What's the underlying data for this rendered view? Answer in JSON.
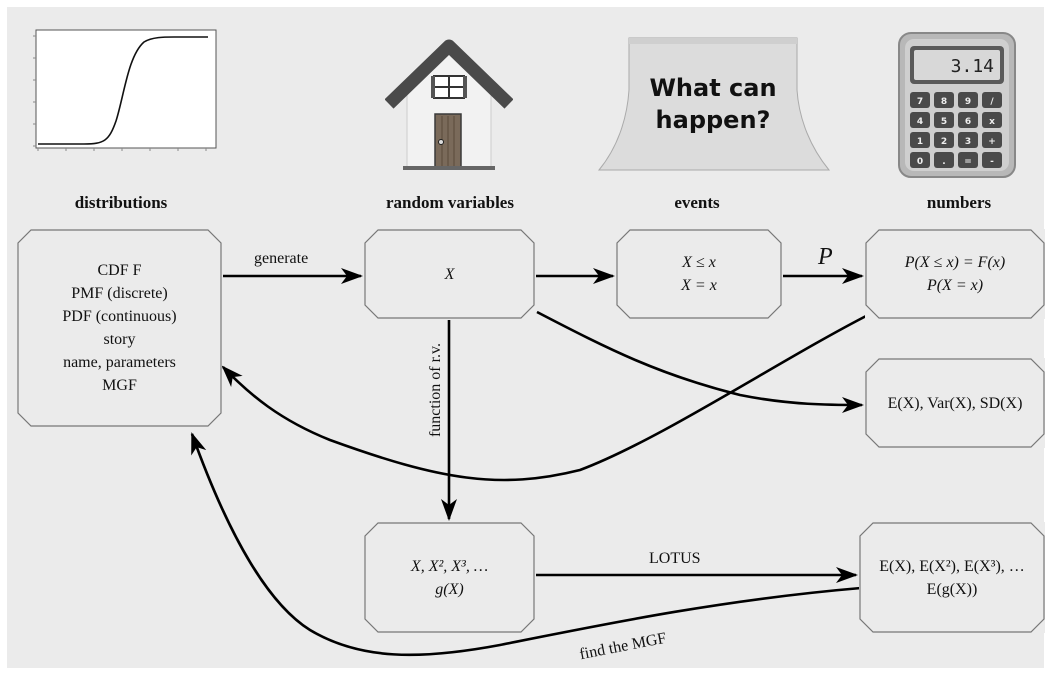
{
  "headers": {
    "distributions": "distributions",
    "random_variables": "random variables",
    "events": "events",
    "numbers": "numbers"
  },
  "boxes": {
    "distributions": [
      "CDF F",
      "PMF (discrete)",
      "PDF (continuous)",
      "story",
      "name, parameters",
      "MGF"
    ],
    "random_variable": [
      "X"
    ],
    "events": [
      "X ≤ x",
      "X = x"
    ],
    "probabilities": [
      "P(X ≤ x) = F(x)",
      "P(X = x)"
    ],
    "moments": [
      "E(X), Var(X), SD(X)"
    ],
    "functions": [
      "X, X², X³, …",
      "g(X)"
    ],
    "lotus_results": [
      "E(X), E(X²), E(X³), …",
      "E(g(X))"
    ]
  },
  "arrow_labels": {
    "generate": "generate",
    "P": "P",
    "function_of_rv": "function of r.v.",
    "LOTUS": "LOTUS",
    "find_mgf": "find the MGF"
  },
  "icons": {
    "distributions": "cdf-plot-icon",
    "random_variables": "house-icon",
    "events": "sticky-note-icon",
    "numbers": "calculator-icon"
  },
  "sticky_note": {
    "line1": "What can",
    "line2": "happen?"
  },
  "calculator": {
    "display": "3.14",
    "keys": [
      "7",
      "8",
      "9",
      "/",
      "4",
      "5",
      "6",
      "x",
      "1",
      "2",
      "3",
      "+",
      "0",
      ".",
      "=",
      "-"
    ]
  },
  "colors": {
    "panel": "#ebebeb",
    "box_border": "#777777",
    "arrow": "#000000"
  }
}
